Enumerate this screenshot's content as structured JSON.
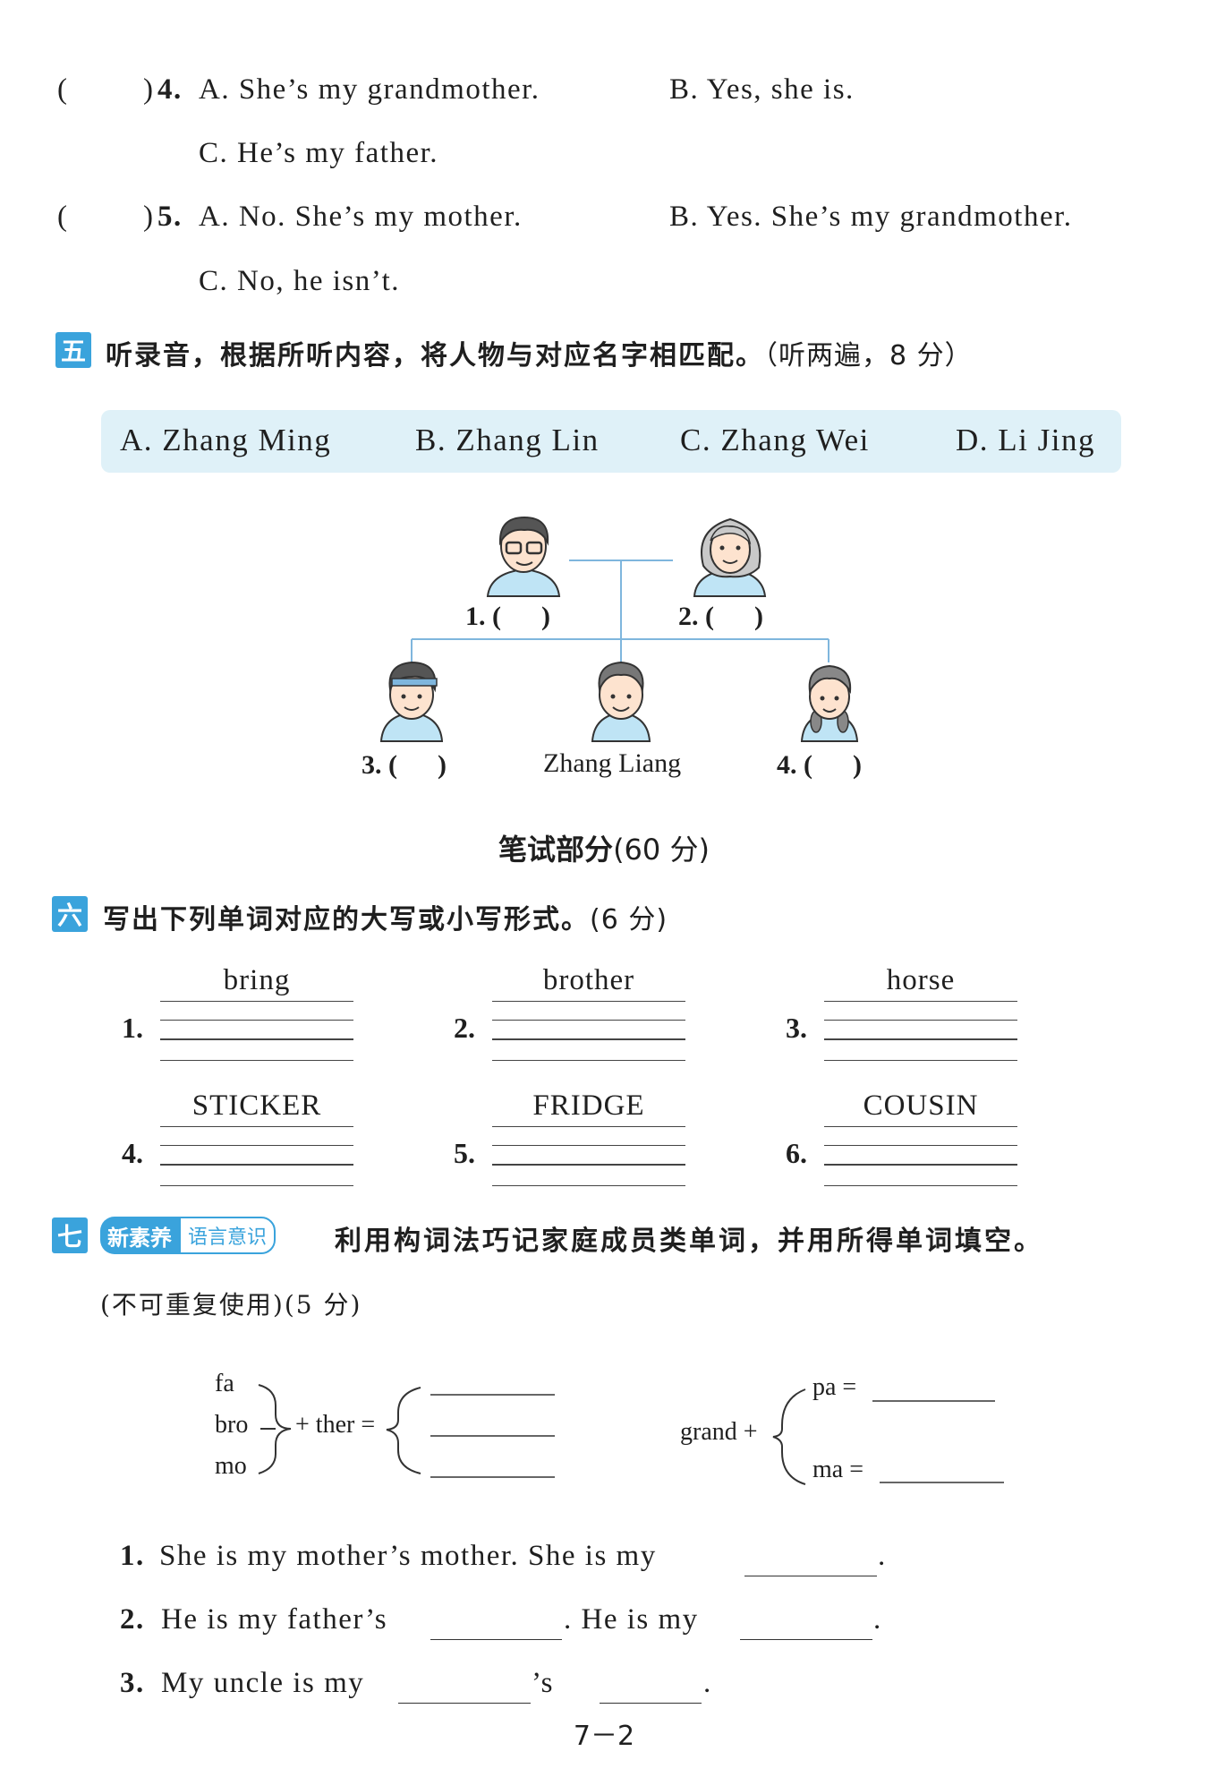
{
  "q4": {
    "paren_open": "(",
    "paren_close": ")",
    "number": "4.",
    "a": "A.  She’s my grandmother.",
    "b": "B.  Yes, she is.",
    "c": "C.  He’s my father."
  },
  "q5": {
    "paren_open": "(",
    "paren_close": ")",
    "number": "5.",
    "a": "A.  No.  She’s my mother.",
    "b": "B.  Yes.  She’s my grandmother.",
    "c": "C.  No, he isn’t."
  },
  "section5": {
    "badge": "五",
    "title": "听录音，根据所听内容，将人物与对应名字相匹配。",
    "note": "（听两遍，8 分）",
    "names": [
      "A.  Zhang Ming",
      "B.  Zhang Lin",
      "C.  Zhang Wei",
      "D.  Li Jing"
    ],
    "slots": [
      "1. (      )",
      "2. (      )",
      "3. (      )",
      "4. (      )"
    ],
    "center_name": "Zhang Liang"
  },
  "written_part": {
    "title": "笔试部分",
    "score": "(60 分)"
  },
  "section6": {
    "badge": "六",
    "title": "写出下列单词对应的大写或小写形式。",
    "note": "(6 分)",
    "items": [
      {
        "num": "1.",
        "word": "bring"
      },
      {
        "num": "2.",
        "word": "brother"
      },
      {
        "num": "3.",
        "word": "horse"
      },
      {
        "num": "4.",
        "word": "STICKER"
      },
      {
        "num": "5.",
        "word": "FRIDGE"
      },
      {
        "num": "6.",
        "word": "COUSIN"
      }
    ]
  },
  "section7": {
    "badge": "七",
    "tag_a": "新素养",
    "tag_b": "语言意识",
    "title": "利用构词法巧记家庭成员类单词，并用所得单词填空。",
    "note": "(不可重复使用)(5 分)",
    "prefixes": [
      "fa",
      "bro",
      "mo"
    ],
    "suffix": "+ ther =",
    "grand": "grand +",
    "grand_items": [
      "pa =",
      "ma ="
    ],
    "sentences": [
      {
        "num": "1.",
        "text1": "She is my mother’s mother.  She is my",
        "text2": "."
      },
      {
        "num": "2.",
        "text1": "He is my father’s",
        "text2": ".  He is my",
        "text3": "."
      },
      {
        "num": "3.",
        "text1": "My uncle is my",
        "text2": "’s",
        "text3": "."
      }
    ]
  },
  "page_number": "7－2",
  "colors": {
    "accent": "#3aa3dc",
    "name_bar": "#dff1f8",
    "figure_fill": "#bfe4f5"
  }
}
